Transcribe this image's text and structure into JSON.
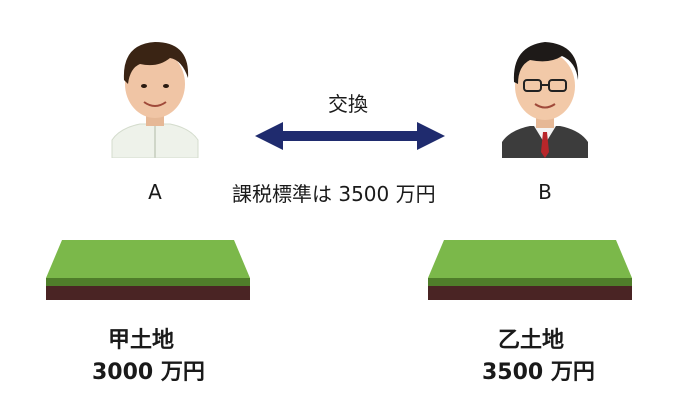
{
  "person_a": {
    "label": "A"
  },
  "person_b": {
    "label": "B"
  },
  "exchange": {
    "label": "交換"
  },
  "tax_base": {
    "text": "課税標準は 3500 万円"
  },
  "land_a": {
    "name": "甲土地",
    "price": "3000 万円"
  },
  "land_b": {
    "name": "乙土地",
    "price": "3500 万円"
  },
  "colors": {
    "arrow": "#1f2b6e",
    "grass": "#7bb84a",
    "grass_side": "#4f7d2a",
    "soil": "#4a2424"
  }
}
